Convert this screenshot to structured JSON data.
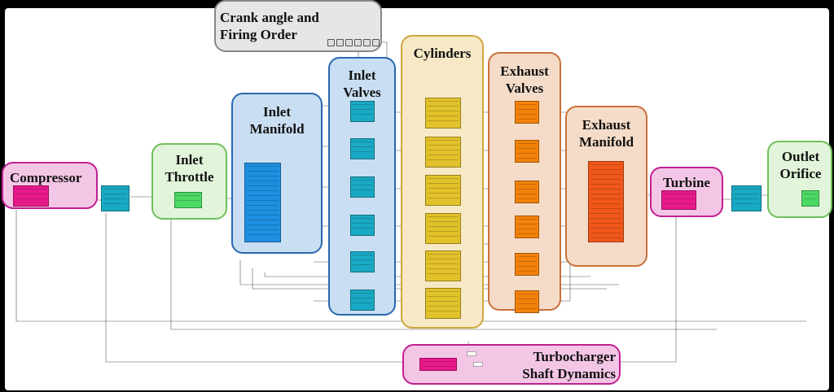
{
  "groups": {
    "crank": "Crank angle and\nFiring Order",
    "compressor": "Compressor",
    "inlet_throttle": "Inlet\nThrottle",
    "inlet_manifold": "Inlet\nManifold",
    "inlet_valves": "Inlet\nValves",
    "cylinders": "Cylinders",
    "exhaust_valves": "Exhaust\nValves",
    "exhaust_manifold": "Exhaust\nManifold",
    "turbine": "Turbine",
    "outlet_orifice": "Outlet\nOrifice",
    "turbo_shaft": "Turbocharger\nShaft Dynamics"
  },
  "colors": {
    "compressor": "#e8198a",
    "throttle": "#4cd964",
    "manifold_in": "#1e8fe0",
    "valve_in": "#1aa9c4",
    "cylinder": "#e2c22a",
    "valve_ex": "#f2820a",
    "manifold_ex": "#f0581a",
    "connector": "#1aa9c4"
  }
}
